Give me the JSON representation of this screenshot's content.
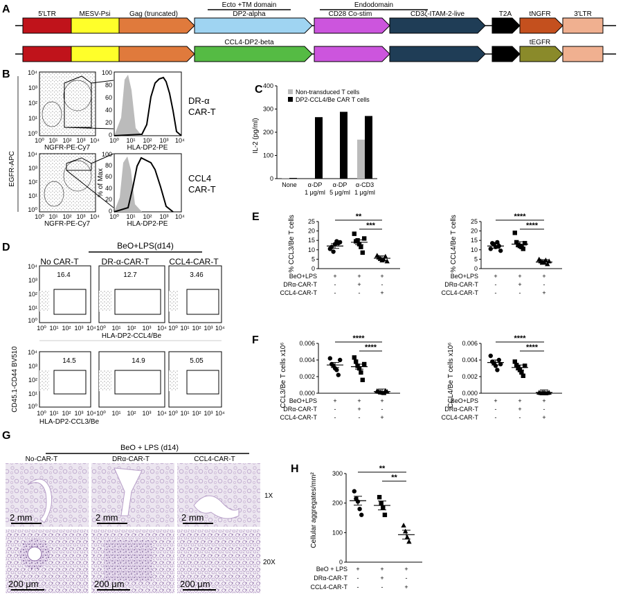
{
  "panels": {
    "A": "A",
    "B": "B",
    "C": "C",
    "D": "D",
    "E": "E",
    "F": "F",
    "G": "G",
    "H": "H"
  },
  "panel_a": {
    "domain_labels": [
      "Ecto +TM domain",
      "Endodomain"
    ],
    "row1": [
      "5'LTR",
      "MESV-Psi",
      "Gag (truncated)",
      "DP2-alpha",
      "CD28 Co-stim",
      "CD3ζ-ITAM-2-live",
      "T2A",
      "tNGFR",
      "3'LTR"
    ],
    "row2": [
      "CCL4-DP2-beta",
      "tEGFR"
    ],
    "colors": {
      "ltr5": "#c0131b",
      "psi": "#ffff2a",
      "gag": "#e07a3c",
      "dp2a": "#9fd4f2",
      "ccl4": "#55bb44",
      "cd28": "#cc55dd",
      "cd3z": "#1f3d56",
      "t2a": "#000000",
      "tngfr": "#c4501e",
      "tegfr": "#8a8a2a",
      "ltr3": "#f0b090"
    }
  },
  "panel_b": {
    "y_axis_label": "EGFR-APC",
    "x_axis_label_scatter": "NGFR-PE-Cy7",
    "x_axis_label_hist": "HLA-DP2-PE",
    "hist_y_label": "% of Max",
    "hist_ticks": [
      "0",
      "20",
      "40",
      "60",
      "80",
      "100"
    ],
    "log_ticks": [
      "10⁰",
      "10¹",
      "10²",
      "10³",
      "10⁴"
    ],
    "row_labels": [
      [
        "DR-α",
        "CAR-T"
      ],
      [
        "CCL4",
        "CAR-T"
      ]
    ]
  },
  "panel_c": {
    "legend": [
      "Non-transduced T cells",
      "DP2-CCL4/Be CAR T cells"
    ],
    "y_label": "IL-2 (pg/ml)",
    "categories": [
      [
        "None"
      ],
      [
        "α-DP",
        "1 μg/ml"
      ],
      [
        "α-DP",
        "5 μg/ml"
      ],
      [
        "α-CD3",
        "1 μg/ml"
      ]
    ]
  },
  "panel_d": {
    "header": "BeO+LPS(d14)",
    "columns": [
      "No CAR-T",
      "DR-α-CAR-T",
      "CCL4-CAR-T"
    ],
    "row1_values": [
      "16.4",
      "12.7",
      "3.46"
    ],
    "row2_values": [
      "14.5",
      "14.9",
      "5.05"
    ],
    "x_label_row1": "HLA-DP2-CCL4/Be",
    "x_label_row2": "HLA-DP2-CCL3/Be",
    "y_label": "CD45.1-CD44 BV510"
  },
  "treatment_table": {
    "rows": [
      "BeO+LPS",
      "DRα-CAR-T",
      "CCL4-CAR-T"
    ],
    "values": [
      [
        "+",
        "+",
        "+"
      ],
      [
        "-",
        "+",
        "-"
      ],
      [
        "-",
        "-",
        "+"
      ]
    ]
  },
  "panel_e": {
    "left_y_label": "% CCL3/Be T cells",
    "right_y_label": "% CCL4/Be T cells",
    "left_sig": [
      "**",
      "***"
    ],
    "right_sig": [
      "****",
      "****"
    ]
  },
  "panel_f": {
    "left_y_label": "CCL3/Be T cells x10⁶",
    "right_y_label": "CCL4/Be T cells x10⁶",
    "y_ticks": [
      "0.000",
      "0.002",
      "0.004",
      "0.006"
    ],
    "left_sig": [
      "****",
      "****"
    ],
    "right_sig": [
      "****",
      "****"
    ]
  },
  "panel_g": {
    "header": "BeO + LPS (d14)",
    "columns": [
      "No-CAR-T",
      "DRα-CAR-T",
      "CCL4-CAR-T"
    ],
    "mag_labels": [
      "1X",
      "20X"
    ],
    "scale_row1": "2 mm",
    "scale_row2": "200 μm"
  },
  "panel_h": {
    "y_label": "Cellular aggregates/mm²",
    "y_ticks": [
      "0",
      "100",
      "200",
      "300"
    ],
    "sig": [
      "**",
      "**"
    ],
    "treatment_rows": [
      "BeO + LPS",
      "DRα-CAR-T",
      "CCL4-CAR-T"
    ]
  },
  "chart_data": [
    {
      "type": "bar",
      "title": "",
      "ylabel": "IL-2 (pg/ml)",
      "ylim": [
        0,
        400
      ],
      "categories": [
        "None",
        "α-DP 1 μg/ml",
        "α-DP 5 μg/ml",
        "α-CD3 1 μg/ml"
      ],
      "series": [
        {
          "name": "Non-transduced T cells",
          "values": [
            3,
            0,
            0,
            168
          ]
        },
        {
          "name": "DP2-CCL4/Be CAR T cells",
          "values": [
            3,
            265,
            288,
            270
          ]
        }
      ],
      "y_ticks": [
        0,
        100,
        200,
        300,
        400
      ]
    },
    {
      "type": "scatter",
      "ylabel": "% CCL3/Be T cells",
      "ylim": [
        0,
        25
      ],
      "y_ticks": [
        0,
        5,
        10,
        15,
        20,
        25
      ],
      "groups": [
        {
          "points": [
            10.5,
            11.5,
            9.0,
            13.0,
            14.5,
            13.5,
            14.0
          ],
          "mean": 12.0
        },
        {
          "points": [
            18.5,
            14.5,
            15.0,
            13.0,
            11.5,
            8.5,
            16.0
          ],
          "mean": 14.0
        },
        {
          "points": [
            7.0,
            6.0,
            5.5,
            4.5,
            5.0,
            6.5,
            4.0
          ],
          "mean": 5.5
        }
      ]
    },
    {
      "type": "scatter",
      "ylabel": "% CCL4/Be T cells",
      "ylim": [
        0,
        25
      ],
      "y_ticks": [
        0,
        5,
        10,
        15,
        20,
        25
      ],
      "groups": [
        {
          "points": [
            10.5,
            13.5,
            13.0,
            11.5,
            14.0,
            12.0,
            9.5
          ],
          "mean": 12.0
        },
        {
          "points": [
            19.0,
            14.0,
            12.5,
            12.0,
            11.5,
            10.5,
            13.5
          ],
          "mean": 13.0
        },
        {
          "points": [
            5.0,
            4.0,
            3.5,
            3.5,
            4.5,
            2.5,
            4.0
          ],
          "mean": 3.5
        }
      ]
    },
    {
      "type": "scatter",
      "ylabel": "CCL3/Be T cells x10⁶",
      "ylim": [
        0,
        0.006
      ],
      "y_ticks": [
        0,
        0.002,
        0.004,
        0.006
      ],
      "groups": [
        {
          "points": [
            0.0042,
            0.0035,
            0.0033,
            0.003,
            0.0028,
            0.0022,
            0.004
          ],
          "mean": 0.0034
        },
        {
          "points": [
            0.0043,
            0.0038,
            0.0033,
            0.003,
            0.0025,
            0.0016,
            0.0035
          ],
          "mean": 0.0032
        },
        {
          "points": [
            0.0003,
            0.0002,
            0.00015,
            0.0001,
            5e-05,
            0.0003,
            0.0002
          ],
          "mean": 0.0002
        }
      ]
    },
    {
      "type": "scatter",
      "ylabel": "CCL4/Be T cells x10⁶",
      "ylim": [
        0,
        0.006
      ],
      "y_ticks": [
        0,
        0.002,
        0.004,
        0.006
      ],
      "groups": [
        {
          "points": [
            0.0045,
            0.0038,
            0.0036,
            0.0033,
            0.0028,
            0.004,
            0.0035
          ],
          "mean": 0.0037
        },
        {
          "points": [
            0.0038,
            0.0034,
            0.0031,
            0.0028,
            0.0025,
            0.0021,
            0.0033
          ],
          "mean": 0.0031
        },
        {
          "points": [
            0.0001,
            5e-05,
            8e-05,
            0.0001,
            3e-05,
            6e-05,
            0.0001
          ],
          "mean": 0.0001
        }
      ]
    },
    {
      "type": "scatter",
      "ylabel": "Cellular aggregates/mm²",
      "ylim": [
        0,
        300
      ],
      "y_ticks": [
        0,
        100,
        200,
        300
      ],
      "groups": [
        {
          "points": [
            240,
            215,
            205,
            180,
            160
          ],
          "mean": 208
        },
        {
          "points": [
            220,
            200,
            185,
            160
          ],
          "mean": 192
        },
        {
          "points": [
            125,
            105,
            85,
            70
          ],
          "mean": 93
        }
      ]
    }
  ]
}
